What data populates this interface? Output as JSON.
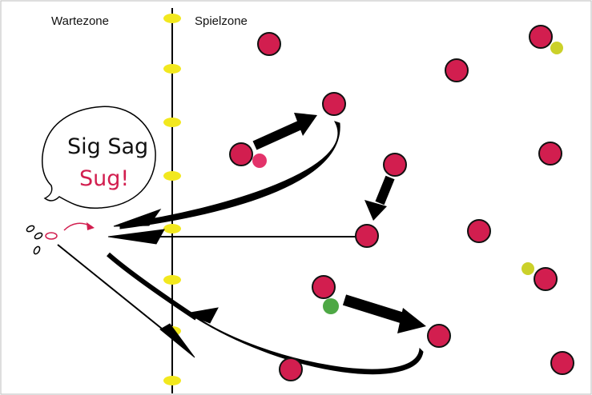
{
  "zones": {
    "waiting_label": "Wartezone",
    "play_label": "Spielzone"
  },
  "speech_bubble": {
    "line1": "Sig Sag",
    "line2": "Sug!"
  },
  "colors": {
    "player": "#d21e4f",
    "cone": "#f2e81e",
    "ball_pink": "#e3336a",
    "ball_green": "#4ea845",
    "ball_yellow": "#cbd12a",
    "line": "#000000",
    "handwriting_red": "#d21e4f"
  },
  "legend_icons": [
    "player-disc",
    "cone-marker",
    "ball",
    "pass-arrow",
    "run-path-arrow",
    "player-footprints-icon"
  ]
}
